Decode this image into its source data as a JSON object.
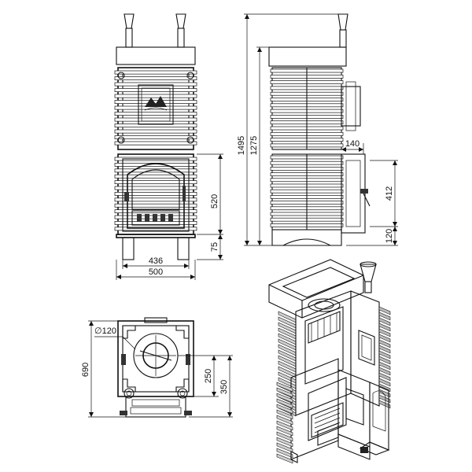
{
  "dimensions": {
    "front_height_door": "520",
    "front_height_base": "75",
    "front_width_inner": "436",
    "front_width_outer": "500",
    "side_total_height": "1495",
    "side_flue_height": "1275",
    "side_flue_offset": "140",
    "side_door_height": "412",
    "side_base_height": "120",
    "plan_depth": "690",
    "plan_flue_diameter": "∅120",
    "plan_offset_small": "250",
    "plan_offset_large": "350"
  },
  "colors": {
    "line": "#111111",
    "fill_light": "#d9d9d9",
    "fill_dark": "#555555",
    "fill_mid": "#9a9a9a"
  }
}
